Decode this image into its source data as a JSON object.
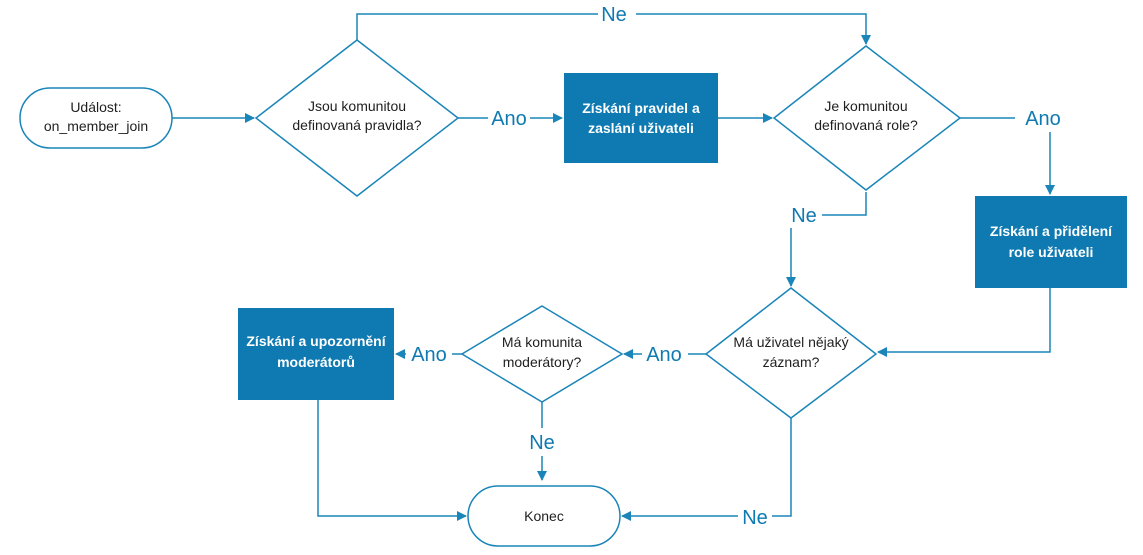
{
  "diagram": {
    "colors": {
      "line": "#1a85b8",
      "box_fill": "#0f7ab1",
      "box_text": "#ffffff",
      "text": "#1f1f1f"
    },
    "nodes": {
      "start": {
        "line1": "Událost:",
        "line2": "on_member_join"
      },
      "rules_check": {
        "line1": "Jsou komunitou",
        "line2": "definovaná pravidla?"
      },
      "get_rules": {
        "line1": "Získání pravidel a",
        "line2": "zaslání uživateli"
      },
      "roles_check": {
        "line1": "Je komunitou",
        "line2": "definovaná role?"
      },
      "assign_roles": {
        "line1": "Získání a přidělení",
        "line2": "role uživateli"
      },
      "record_check": {
        "line1": "Má uživatel nějaký",
        "line2": "záznam?"
      },
      "mods_check": {
        "line1": "Má komunita",
        "line2": "moderátory?"
      },
      "notify_mods": {
        "line1": "Získání a upozornění",
        "line2": "moderátorů"
      },
      "end": {
        "label": "Konec"
      }
    },
    "edges": {
      "rules_no": "Ne",
      "rules_yes": "Ano",
      "roles_yes": "Ano",
      "roles_no": "Ne",
      "record_yes": "Ano",
      "mods_yes": "Ano",
      "mods_no": "Ne",
      "record_no": "Ne"
    }
  }
}
